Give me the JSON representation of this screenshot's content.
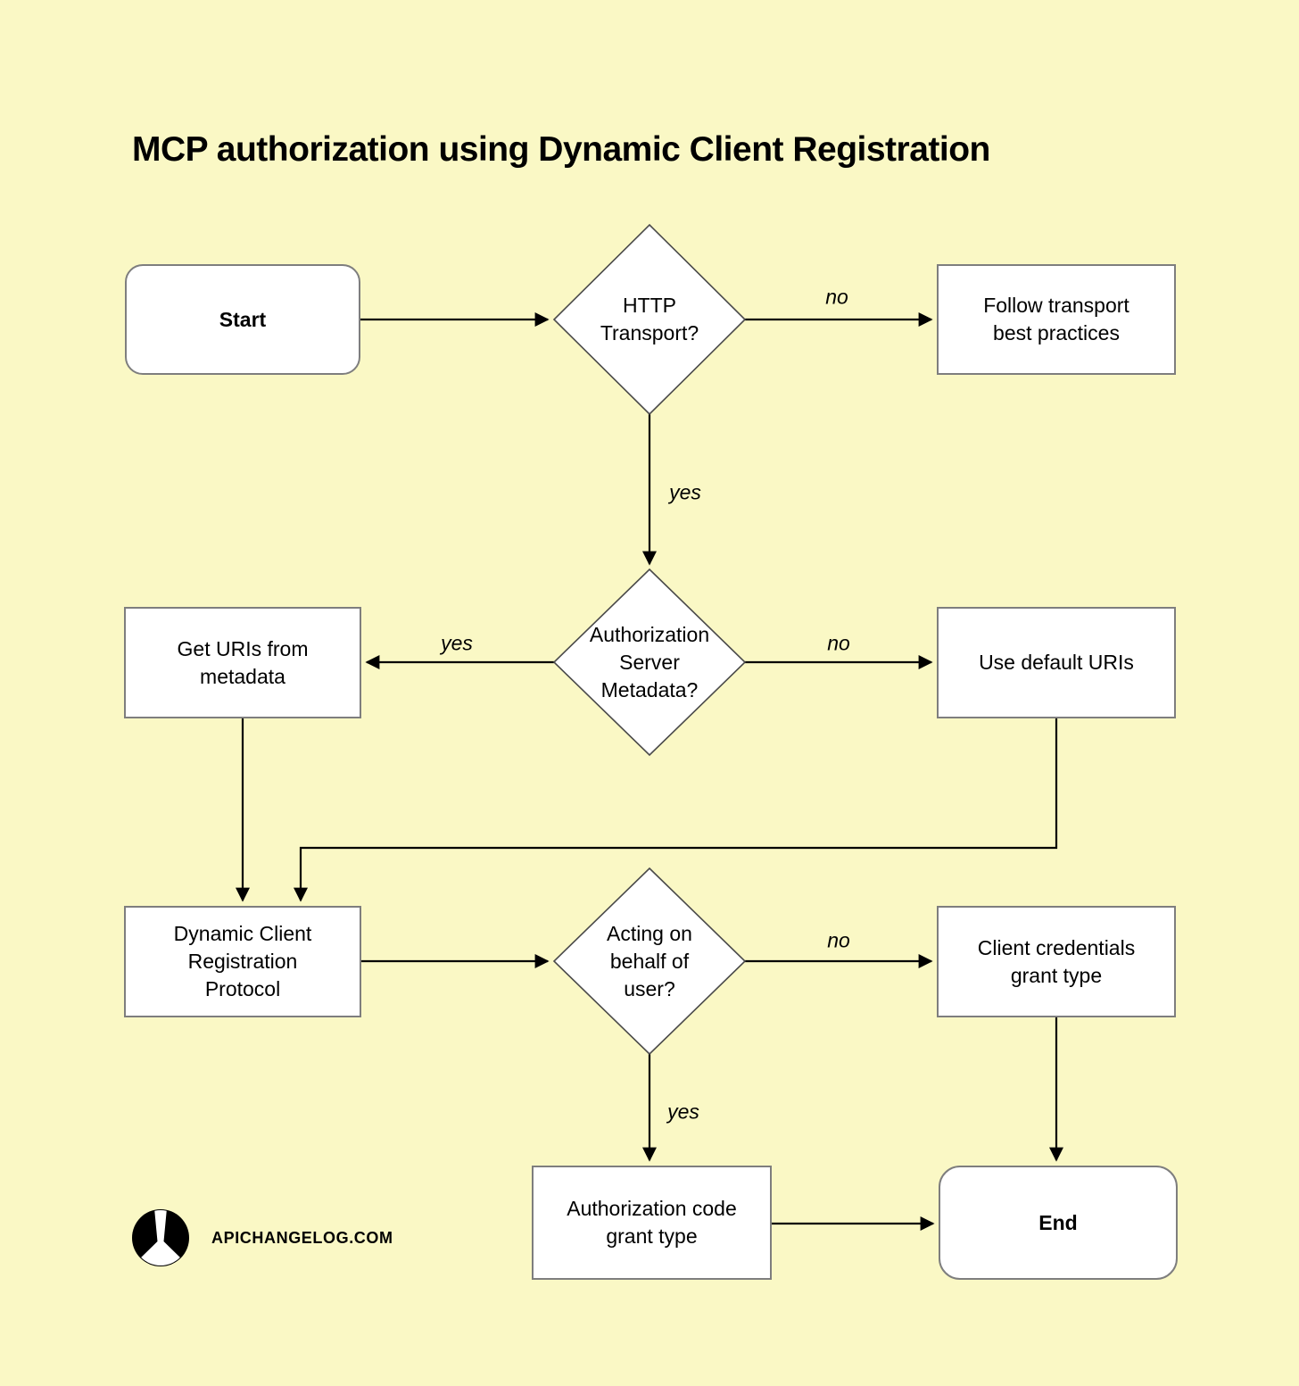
{
  "title": "MCP authorization using Dynamic Client Registration",
  "colors": {
    "background": "#FAF8C5",
    "node_fill": "#FFFFFF",
    "node_border": "#7E7E7E",
    "decision_border": "#4A4A4A",
    "line": "#000000",
    "text": "#000000",
    "logo_circle": "#000000"
  },
  "nodes": {
    "start": {
      "label": "Start",
      "shape": "terminator"
    },
    "http_transport": {
      "label": "HTTP Transport?",
      "shape": "decision"
    },
    "follow_transport": {
      "label": "Follow transport best practices",
      "shape": "process"
    },
    "get_uris": {
      "label": "Get URIs from metadata",
      "shape": "process"
    },
    "auth_server_metadata": {
      "label": "Authorization Server Metadata?",
      "shape": "decision"
    },
    "use_default_uris": {
      "label": "Use default URIs",
      "shape": "process"
    },
    "dcr_protocol": {
      "label": "Dynamic Client Registration Protocol",
      "shape": "process"
    },
    "acting_on_behalf": {
      "label": "Acting on behalf of user?",
      "shape": "decision"
    },
    "client_credentials": {
      "label": "Client credentials grant type",
      "shape": "process"
    },
    "auth_code_grant": {
      "label": "Authorization code grant type",
      "shape": "process"
    },
    "end": {
      "label": "End",
      "shape": "terminator"
    }
  },
  "edges": [
    {
      "from": "start",
      "to": "http_transport",
      "label": ""
    },
    {
      "from": "http_transport",
      "to": "follow_transport",
      "label": "no"
    },
    {
      "from": "http_transport",
      "to": "auth_server_metadata",
      "label": "yes"
    },
    {
      "from": "auth_server_metadata",
      "to": "get_uris",
      "label": "yes"
    },
    {
      "from": "auth_server_metadata",
      "to": "use_default_uris",
      "label": "no"
    },
    {
      "from": "get_uris",
      "to": "dcr_protocol",
      "label": ""
    },
    {
      "from": "use_default_uris",
      "to": "dcr_protocol",
      "label": ""
    },
    {
      "from": "dcr_protocol",
      "to": "acting_on_behalf",
      "label": ""
    },
    {
      "from": "acting_on_behalf",
      "to": "client_credentials",
      "label": "no"
    },
    {
      "from": "acting_on_behalf",
      "to": "auth_code_grant",
      "label": "yes"
    },
    {
      "from": "client_credentials",
      "to": "end",
      "label": ""
    },
    {
      "from": "auth_code_grant",
      "to": "end",
      "label": ""
    }
  ],
  "footer": {
    "brand": "APICHANGELOG.COM"
  }
}
